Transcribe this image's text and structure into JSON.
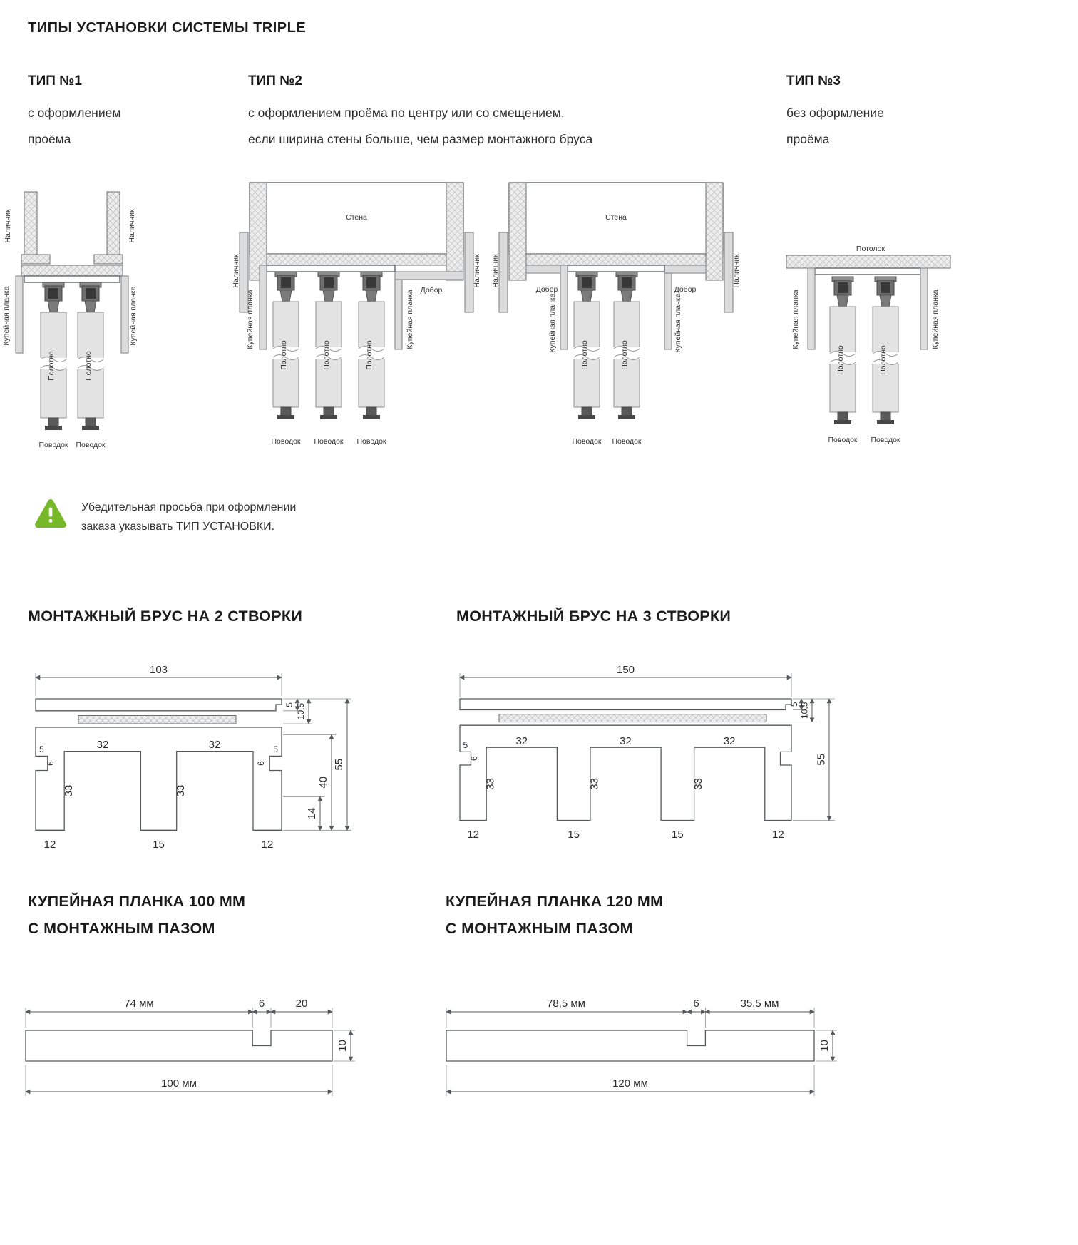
{
  "page": {
    "title": "ТИПЫ УСТАНОВКИ СИСТЕМЫ TRIPLE"
  },
  "types": [
    {
      "label": "ТИП №1",
      "line1": "с оформлением",
      "line2": "проёма"
    },
    {
      "label": "ТИП №2",
      "line1": "с оформлением проёма по центру или со смещением,",
      "line2": "если ширина стены больше, чем размер монтажного бруса"
    },
    {
      "label": "ТИП №3",
      "line1": "без оформление",
      "line2": "проёма"
    }
  ],
  "labels": {
    "nalichnik": "Наличник",
    "kupe": "Купейная планка",
    "polotno": "Полотно",
    "povodok": "Поводок",
    "stena": "Стена",
    "dobor": "Добор",
    "potolok": "Потолок"
  },
  "warning": {
    "line1": "Убедительная просьба при оформлении",
    "line2": "заказа указывать ТИП УСТАНОВКИ."
  },
  "brus2": {
    "title": "МОНТАЖНЫЙ БРУС НА 2 СТВОРКИ",
    "width": "103",
    "plate": "5",
    "step": "10,5",
    "slot1": "32",
    "slot2": "32",
    "depth1": "33",
    "depth2": "33",
    "notch_l_w": "5",
    "notch_l_h": "6",
    "notch_r_w": "5",
    "notch_r_h": "6",
    "h40": "40",
    "h14": "14",
    "h55": "55",
    "tooth1": "12",
    "tooth2": "15",
    "tooth3": "12"
  },
  "brus3": {
    "title": "МОНТАЖНЫЙ БРУС НА 3 СТВОРКИ",
    "width": "150",
    "plate": "5",
    "step": "10,5",
    "slot1": "32",
    "slot2": "32",
    "slot3": "32",
    "depth1": "33",
    "depth2": "33",
    "depth3": "33",
    "notch_w": "5",
    "notch_h": "6",
    "h55": "55",
    "tooth1": "12",
    "tooth2": "15",
    "tooth3": "15",
    "tooth4": "12"
  },
  "planka100": {
    "title_line1": "КУПЕЙНАЯ ПЛАНКА 100 ММ",
    "title_line2": "С МОНТАЖНЫМ ПАЗОМ",
    "dim_left": "74 мм",
    "dim_notch": "6",
    "dim_right": "20",
    "dim_height": "10",
    "dim_total": "100 мм"
  },
  "planka120": {
    "title_line1": "КУПЕЙНАЯ ПЛАНКА 120 ММ",
    "title_line2": "С МОНТАЖНЫМ ПАЗОМ",
    "dim_left": "78,5 мм",
    "dim_notch": "6",
    "dim_right": "35,5 мм",
    "dim_height": "10",
    "dim_total": "120 мм"
  }
}
